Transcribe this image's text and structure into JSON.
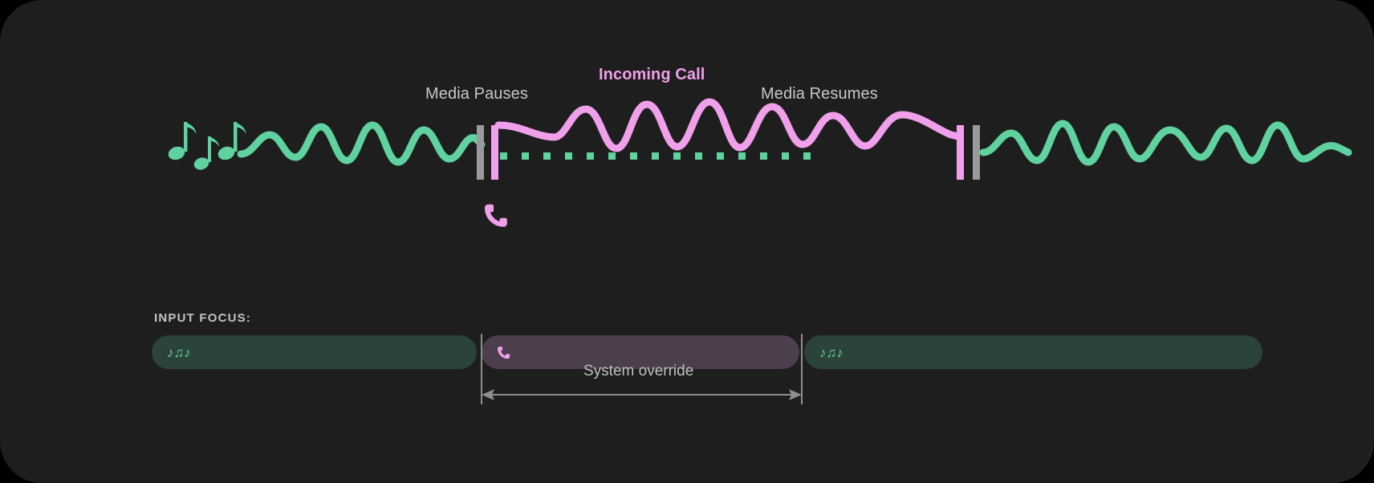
{
  "theme": {
    "background": "#000000",
    "panel": "#1e1e1e",
    "media_accent": "#5fd2a0",
    "call_accent": "#f0a0ea",
    "marker_gray": "#9a9a9a",
    "text_muted": "#c8c8c8",
    "bar_media_bg": "#2c4339",
    "bar_call_bg": "#4c3e4d"
  },
  "timeline": {
    "labels": {
      "media_pauses": "Media Pauses",
      "incoming_call": "Incoming Call",
      "media_resumes": "Media Resumes"
    },
    "icons": {
      "media_source": "music-notes-icon",
      "call_source": "phone-icon"
    },
    "segments": [
      {
        "name": "media-playing-before",
        "state": "playing",
        "source": "media",
        "color": "#5fd2a0"
      },
      {
        "name": "call-active",
        "state": "active",
        "source": "call",
        "color": "#f0a0ea"
      },
      {
        "name": "media-playing-after",
        "state": "playing",
        "source": "media",
        "color": "#5fd2a0"
      }
    ],
    "media_paused_indicator": "dotted-line"
  },
  "focus": {
    "title": "INPUT FOCUS:",
    "tracks": [
      {
        "name": "media-focus-before",
        "owner": "media",
        "glyph": "♪♫♪",
        "icon": "music-notes-icon",
        "color": "#5fd2a0",
        "background": "#2c4339"
      },
      {
        "name": "call-focus",
        "owner": "call",
        "glyph": "",
        "icon": "phone-icon",
        "color": "#f0a0ea",
        "background": "#4c3e4d"
      },
      {
        "name": "media-focus-after",
        "owner": "media",
        "glyph": "♪♫♪",
        "icon": "music-notes-icon",
        "color": "#5fd2a0",
        "background": "#2c4339"
      }
    ],
    "override": {
      "label": "System override",
      "measure": "double-arrow"
    }
  }
}
